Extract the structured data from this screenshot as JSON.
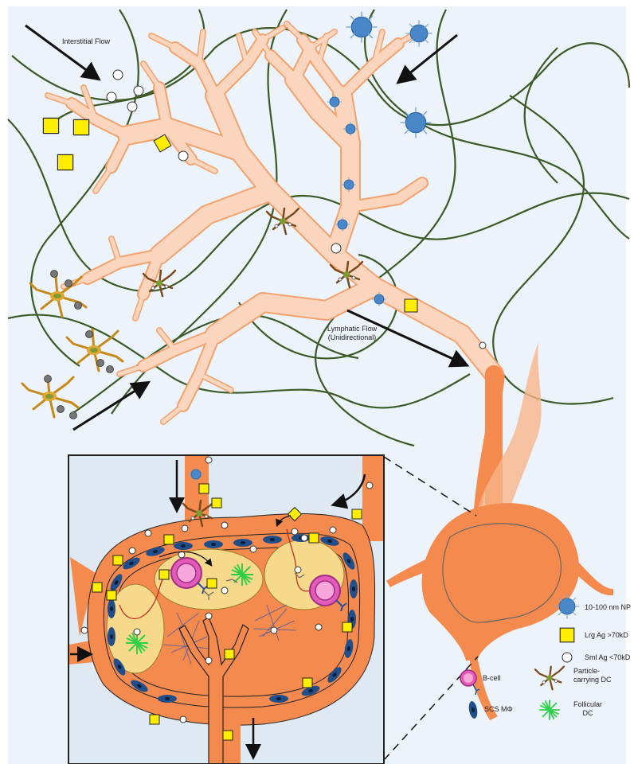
{
  "labels": {
    "interstitial_flow": "Interstitial Flow",
    "lymphatic_flow_line1": "Lymphatic Flow",
    "lymphatic_flow_line2": "(Unidirectional)"
  },
  "legend": {
    "np": "10-100 nm NP",
    "lrg_ag": "Lrg Ag >70kD",
    "sml_ag": "Sml Ag <70kD",
    "particle_dc_line1": "Particle-",
    "particle_dc_line2": "carrying DC",
    "b_cell": "B-cell",
    "scs_macrophage": "SCS MΦ",
    "follicular_dc_line1": "Follicular",
    "follicular_dc_line2": "DC"
  },
  "colors": {
    "background": "#edf3fb",
    "fiber": "#3c5a26",
    "lymph_vessel_fill": "#fbd5bd",
    "lymph_vessel_stroke": "#f2a36e",
    "node_fill": "#f58a4e",
    "follicle_fill": "#f6d98a",
    "np_blue": "#4a87c9",
    "antigen_yellow": "#ffee00",
    "b_cell_pink": "#e35bb8",
    "scs_blue": "#1f4e8a",
    "fdc_green": "#2fcf48"
  }
}
